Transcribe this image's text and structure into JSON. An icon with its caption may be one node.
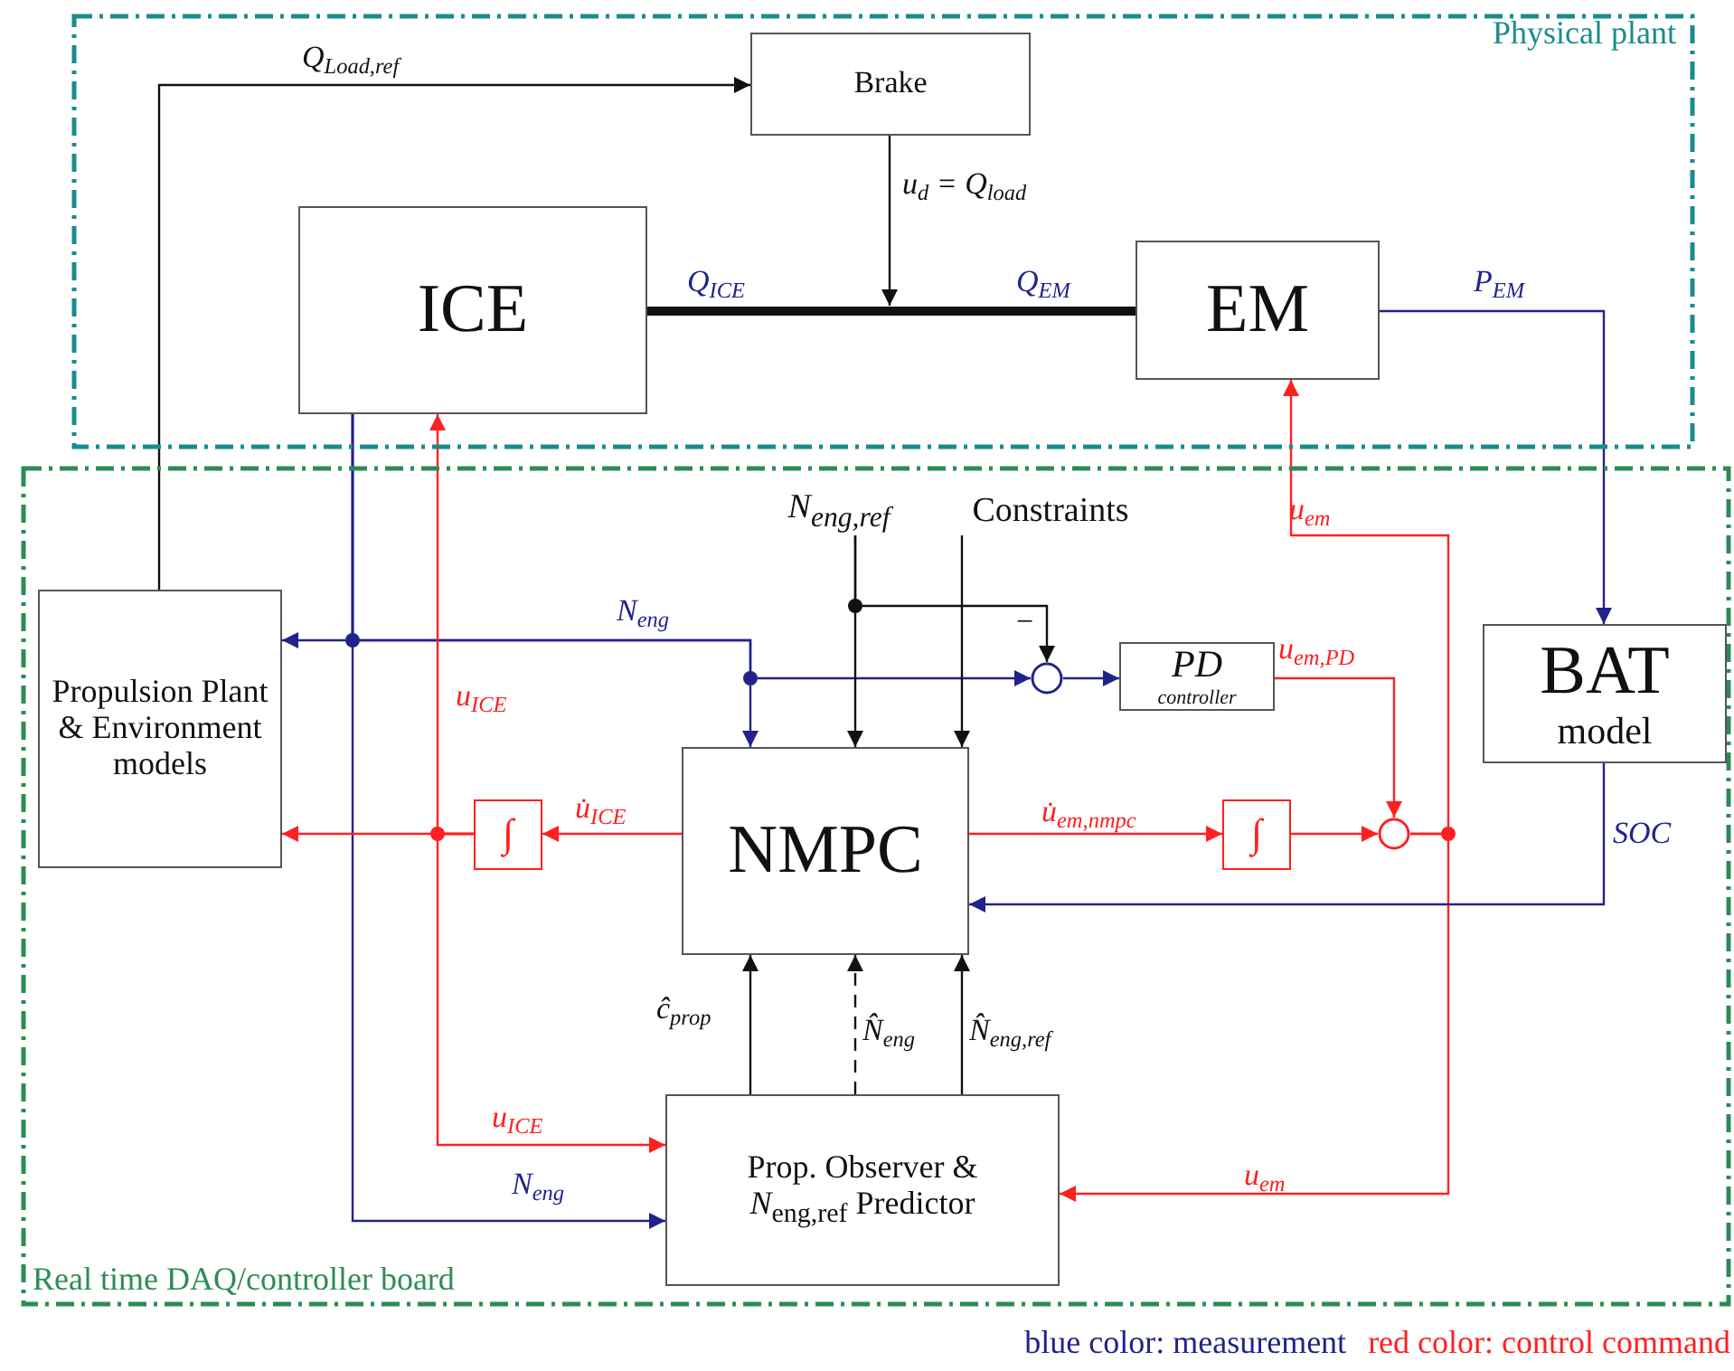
{
  "diagram": {
    "nodes": [
      {
        "text": [
          "Physical plant"
        ]
      },
      {
        "text": [
          "Brake"
        ],
        "in": 0
      },
      {
        "text": [
          "ICE"
        ],
        "in": 0
      },
      {
        "text": [
          "EM"
        ],
        "in": 0
      },
      {
        "text": [
          "Real time DAQ/controller board"
        ]
      },
      {
        "text": [
          "Propulsion Plant & Environment models"
        ],
        "in": 4
      },
      {
        "text": [
          "BAT",
          "model"
        ],
        "in": 4
      },
      {
        "text": [
          "NMPC"
        ],
        "in": 4
      },
      {
        "text": [
          "PD",
          "controller"
        ],
        "in": 4
      },
      {
        "text": [
          "∫"
        ],
        "in": 4
      },
      {
        "text": [
          "∫"
        ],
        "in": 4
      },
      {
        "text": [],
        "shape": "circle",
        "in": 4
      },
      {
        "text": [],
        "shape": "circle",
        "in": 4
      },
      {
        "text": [
          "Prop. Observer & *N*$_{eng,ref}$ Predictor"
        ],
        "in": 4
      },
      {
        "text": [
          "N$_{eng,ref}$"
        ],
        "in": 4
      },
      {
        "text": [
          "Constraints"
        ],
        "in": 4
      }
    ],
    "edges": [
      {
        "from": 5,
        "to": 1,
        "arrow": "to",
        "label": "Q$_{Load,ref}$"
      },
      {
        "from": 1,
        "to": null,
        "arrow": "to",
        "label": "u$_{d}$ = Q$_{load}$"
      },
      {
        "from": 2,
        "to": 3,
        "arrow": "none",
        "style": "thick"
      },
      {
        "from": 3,
        "to": 6,
        "arrow": "to",
        "label": "P$_{EM}$",
        "color": "#22228c"
      },
      {
        "from": 2,
        "to": 5,
        "arrow": "to",
        "color": "#22228c"
      },
      {
        "from": 2,
        "to": 7,
        "arrow": "to",
        "label": "N$_{eng}$",
        "color": "#22228c"
      },
      {
        "from": 2,
        "to": 11,
        "arrow": "to",
        "color": "#22228c"
      },
      {
        "from": 2,
        "to": 13,
        "arrow": "to",
        "label": "N$_{eng}$",
        "color": "#22228c"
      },
      {
        "from": 14,
        "to": 7,
        "arrow": "to"
      },
      {
        "from": 14,
        "to": 11,
        "arrow": "to"
      },
      {
        "from": 15,
        "to": 7,
        "arrow": "to"
      },
      {
        "from": 11,
        "to": 8,
        "arrow": "to",
        "color": "#22228c"
      },
      {
        "from": 8,
        "to": 12,
        "arrow": "to",
        "label": "u$_{em,PD}$",
        "color": "#ff2020"
      },
      {
        "from": 7,
        "to": 10,
        "arrow": "to",
        "label": "u̇$_{em,nmpc}$",
        "color": "#ff2020"
      },
      {
        "from": 10,
        "to": 12,
        "arrow": "to",
        "color": "#ff2020"
      },
      {
        "from": 12,
        "to": 3,
        "arrow": "to",
        "label": "u$_{em}$",
        "color": "#ff2020"
      },
      {
        "from": 12,
        "to": 13,
        "arrow": "to",
        "label": "u$_{em}$",
        "color": "#ff2020"
      },
      {
        "from": 7,
        "to": 9,
        "arrow": "to",
        "label": "u̇$_{ICE}$",
        "color": "#ff2020"
      },
      {
        "from": 9,
        "to": 5,
        "arrow": "to",
        "color": "#ff2020"
      },
      {
        "from": 9,
        "to": 2,
        "arrow": "to",
        "label": "u$_{ICE}$",
        "color": "#ff2020"
      },
      {
        "from": 9,
        "to": 13,
        "arrow": "to",
        "label": "u$_{ICE}$",
        "color": "#ff2020"
      },
      {
        "from": 6,
        "to": 7,
        "arrow": "to",
        "label": "SOC",
        "color": "#22228c"
      },
      {
        "from": 13,
        "to": 7,
        "arrow": "to",
        "label": "ĉ$_{prop}$"
      },
      {
        "from": 13,
        "to": 7,
        "arrow": "to",
        "label": "N̂$_{eng}$",
        "style": "dashed"
      },
      {
        "from": 13,
        "to": 7,
        "arrow": "to",
        "label": "N̂$_{eng,ref}$"
      }
    ],
    "labels": [
      "Q$_{ICE}$",
      "Q$_{EM}$",
      "−"
    ],
    "legend": [
      {
        "text": "blue color: measurement",
        "color": "#22228c"
      },
      {
        "text": "red color: control command",
        "color": "#ff2020"
      }
    ]
  }
}
